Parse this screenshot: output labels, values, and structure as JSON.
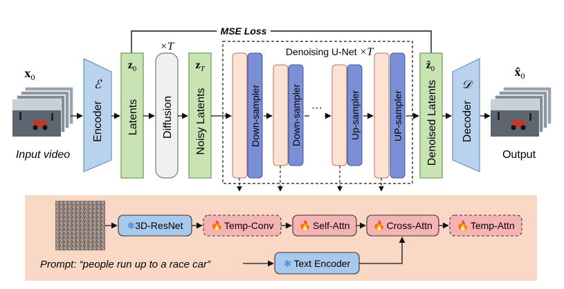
{
  "top": {
    "mse_loss": "MSE Loss",
    "times_t_diffusion": "×T"
  },
  "pipeline": {
    "input": {
      "symbol_x": "x",
      "symbol_sub": "0",
      "caption": "Input video"
    },
    "encoder": {
      "label": "Encoder",
      "symbol": "ℰ"
    },
    "latents": {
      "label": "Latents",
      "symbol_z": "z",
      "symbol_sub": "0"
    },
    "diffusion": {
      "label": "Diffusion"
    },
    "noisy_latents": {
      "label": "Noisy Latents",
      "symbol_z": "z",
      "symbol_sub": "T"
    },
    "unet": {
      "title": "Denoising U-Net",
      "times": "×T",
      "blocks": [
        {
          "label": "Down-sampler"
        },
        {
          "label": "Down-sampler"
        },
        {
          "label": "Up-sampler"
        },
        {
          "label": "UP-sampler"
        }
      ],
      "ellipsis": "···"
    },
    "denoised_latents": {
      "label": "Denoised Latents",
      "symbol_z": "ẑ",
      "symbol_sub": "0"
    },
    "decoder": {
      "label": "Decoder",
      "symbol": "𝒟"
    },
    "output": {
      "symbol_x": "x̂",
      "symbol_sub": "0",
      "caption": "Output"
    }
  },
  "detail": {
    "resnet": "3D-ResNet",
    "temp_conv": "Temp-Conv",
    "self_attn": "Self-Attn",
    "cross_attn": "Cross-Attn",
    "temp_attn": "Temp-Attn",
    "text_encoder": "Text Encoder",
    "prompt": "Prompt: “people run up to a race car”",
    "frozen_icon": "❄",
    "trainable_icon": "🔥"
  },
  "colors": {
    "encoder_blue": "#b9d3ee",
    "latent_green": "#c9e3b3",
    "diffusion_gray": "#f0f0f0",
    "unet_peach": "#fbe2d2",
    "unet_blue": "#7b8fd6",
    "panel_bg": "#f9d8c5",
    "module_pink": "#f6b3b3",
    "resnet_blue": "#a9c9ec"
  }
}
